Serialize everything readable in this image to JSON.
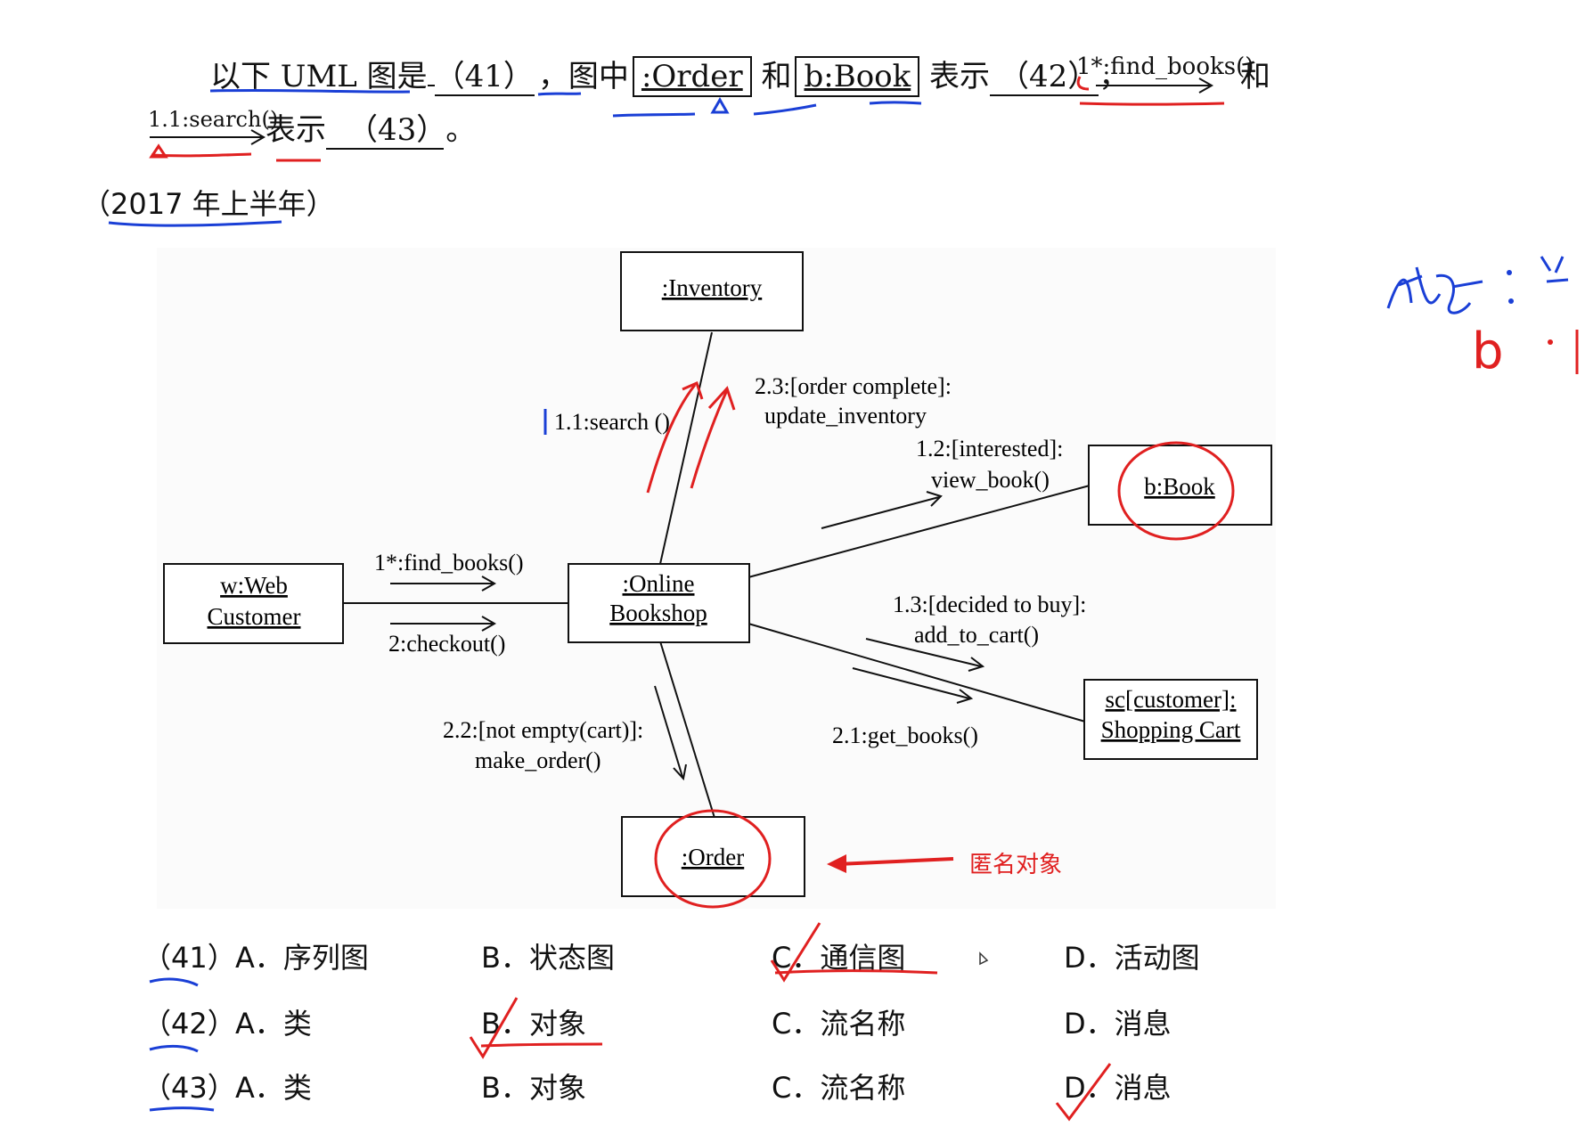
{
  "question": {
    "intro": "以下 UML 图是",
    "blank41": "（41）",
    "mid1": "，图中",
    "order_obj": ":Order",
    "and": "和",
    "book_obj": "b:Book",
    "denote": "表示",
    "blank42": "（42）",
    "comma": "，",
    "msg1": "1*:find_books()",
    "and2": "和",
    "msg2": "1.1:search()",
    "denote2": "表示",
    "blank43": "（43）",
    "period": "。",
    "year": "（2017 年上半年）"
  },
  "diagram": {
    "objects": {
      "inventory": ":Inventory",
      "web_customer_1": "w:Web",
      "web_customer_2": "Customer",
      "bookshop_1": ":Online",
      "bookshop_2": "Bookshop",
      "book": "b:Book",
      "cart_1": "sc[customer]:",
      "cart_2": "Shopping Cart",
      "order": ":Order"
    },
    "messages": {
      "find_books": "1*:find_books()",
      "checkout": "2:checkout()",
      "search": "1.1:search ()",
      "update_1": "2.3:[order complete]:",
      "update_2": "update_inventory",
      "view_1": "1.2:[interested]:",
      "view_2": "view_book()",
      "add_1": "1.3:[decided to buy]:",
      "add_2": "add_to_cart()",
      "get_books": "2.1:get_books()",
      "make_1": "2.2:[not empty(cart)]:",
      "make_2": "make_order()"
    }
  },
  "annotations": {
    "anonymous_object": "匿名对象",
    "handwriting_letter": "b"
  },
  "options": [
    {
      "num": "（41）",
      "a": "A．序列图",
      "b": "B．状态图",
      "c": "C．通信图",
      "d": "D．活动图",
      "answer": "C"
    },
    {
      "num": "（42）",
      "a": "A．类",
      "b": "B．对象",
      "c": "C．流名称",
      "d": "D．消息",
      "answer": "B"
    },
    {
      "num": "（43）",
      "a": "A．类",
      "b": "B．对象",
      "c": "C．流名称",
      "d": "D．消息",
      "answer": "D"
    }
  ],
  "colors": {
    "red_ink": "#e02020",
    "blue_ink": "#1a3fd6",
    "text": "#111111"
  }
}
